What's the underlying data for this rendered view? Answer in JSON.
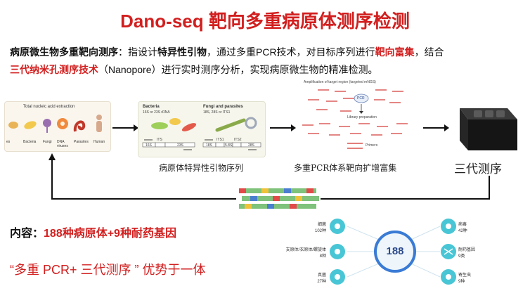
{
  "title": "Dano-seq 靶向多重病原体测序检测",
  "description": {
    "p1": "病原微生物多重靶向测序",
    "p2": "：指设计",
    "p3": "特异性引物",
    "p4": "，通过多重PCR技术，对目标序列进行",
    "p5": "靶向富集",
    "p6": "，结合",
    "p7": "三代纳米孔测序技术",
    "p8": "（Nanopore）进行实时测序分析，实现病原微生物的精准检测。"
  },
  "workflow": {
    "extraction": {
      "title": "Total nucleic acid extraction",
      "items": [
        "es",
        "Bacteria",
        "Fungi",
        "DNA viruses",
        "Parasites",
        "Human"
      ]
    },
    "primer_panel": {
      "bacteria_title": "Bacteria",
      "bacteria_sub": "16S or 23S rRNA",
      "fungi_title": "Fungi and parasites",
      "fungi_sub": "18S, 28S or ITS1",
      "bacteria_regions": [
        "16S",
        "ITS",
        "23S"
      ],
      "fungi_regions": [
        "18S",
        "ITS1",
        "5.8S",
        "ITS2",
        "28S"
      ],
      "label": "病原体特异性引物序列"
    },
    "pcr_panel": {
      "header": "Amplification of target region (targeted mNGS)",
      "pcr_label": "PCR",
      "library_label": "Library preparation",
      "primers_label": "Primers",
      "label": "多重PCR体系靶向扩增富集"
    },
    "sequencer_label": "三代测序"
  },
  "content": {
    "prefix": "内容：",
    "value": "188种病原体+9种耐药基因"
  },
  "advantage": "“多重 PCR+ 三代测序 ” 优势于一体",
  "radial": {
    "center": "188",
    "nodes": [
      {
        "name": "细菌",
        "count": "102种"
      },
      {
        "name": "支原体/衣原体/螺旋体",
        "count": "8种"
      },
      {
        "name": "真菌",
        "count": "27种"
      },
      {
        "name": "病毒",
        "count": "42种"
      },
      {
        "name": "耐药基因",
        "count": "9类"
      },
      {
        "name": "寄生虫",
        "count": "9种"
      }
    ]
  },
  "colors": {
    "accent": "#d21f1f",
    "ring": "#3a7bd5",
    "node": "#48c6d6"
  }
}
